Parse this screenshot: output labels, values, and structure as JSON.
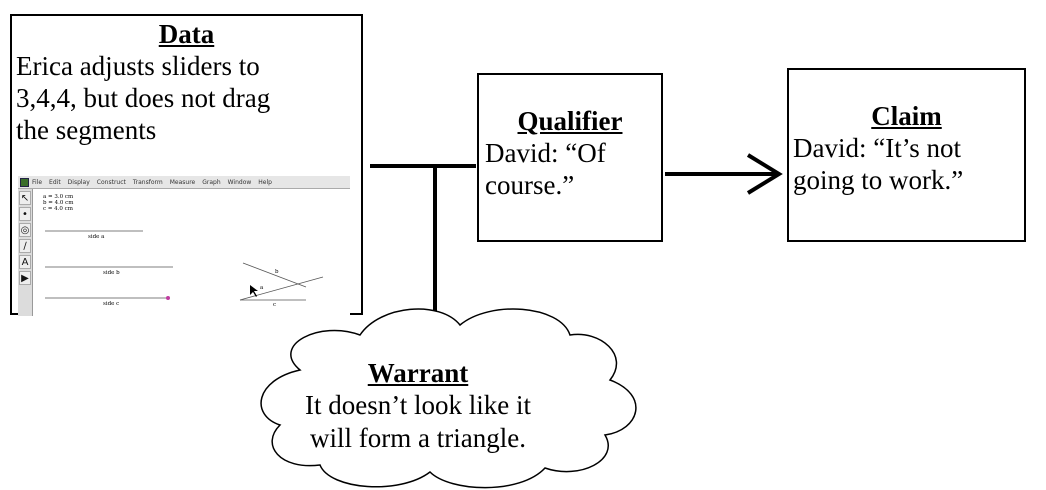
{
  "data": {
    "title": "Data",
    "lines": [
      "Erica adjusts sliders to",
      "3,4,4, but does not drag",
      "the segments"
    ]
  },
  "qualifier": {
    "title": "Qualifier",
    "lines": [
      "David: “Of",
      "course.”"
    ]
  },
  "claim": {
    "title": "Claim",
    "lines": [
      "David: “It’s not",
      "going to work.”"
    ]
  },
  "warrant": {
    "title": "Warrant",
    "lines": [
      "It doesn’t look like it",
      "will form a triangle."
    ]
  },
  "sketchpad": {
    "menu": [
      "File",
      "Edit",
      "Display",
      "Construct",
      "Transform",
      "Measure",
      "Graph",
      "Window",
      "Help"
    ],
    "measurements": [
      "a = 3.0 cm",
      "b = 4.0 cm",
      "c = 4.0 cm"
    ],
    "slider_labels": [
      "side a",
      "side b",
      "side c"
    ],
    "triangle_labels": [
      "b",
      "a",
      "c"
    ],
    "tools": [
      "arrow-tool",
      "point-tool",
      "compass-tool",
      "line-tool",
      "text-tool",
      "custom-tool"
    ]
  }
}
